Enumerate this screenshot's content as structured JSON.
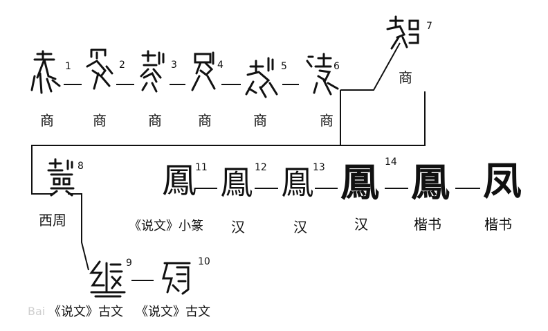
{
  "forms": [
    {
      "num": "1",
      "label": "商"
    },
    {
      "num": "2",
      "label": "商"
    },
    {
      "num": "3",
      "label": "商"
    },
    {
      "num": "4",
      "label": "商"
    },
    {
      "num": "5",
      "label": "商"
    },
    {
      "num": "6",
      "label": "商"
    },
    {
      "num": "7",
      "label": "商"
    },
    {
      "num": "8",
      "label": "西周"
    },
    {
      "num": "9",
      "label": "《说文》古文"
    },
    {
      "num": "10",
      "label": "《说文》古文"
    },
    {
      "num": "11",
      "label": "《说文》小篆"
    },
    {
      "num": "12",
      "label": "汉"
    },
    {
      "num": "13",
      "label": "汉"
    },
    {
      "num": "14",
      "label": "汉"
    },
    {
      "num": "",
      "label": "楷书"
    },
    {
      "num": "",
      "label": "楷书"
    }
  ],
  "glyphs": {
    "g11": "鳳",
    "g12": "鳯",
    "g13": "鳯",
    "g14": "鳳",
    "g15": "鳳",
    "g16": "凤"
  },
  "watermark": "Bai"
}
